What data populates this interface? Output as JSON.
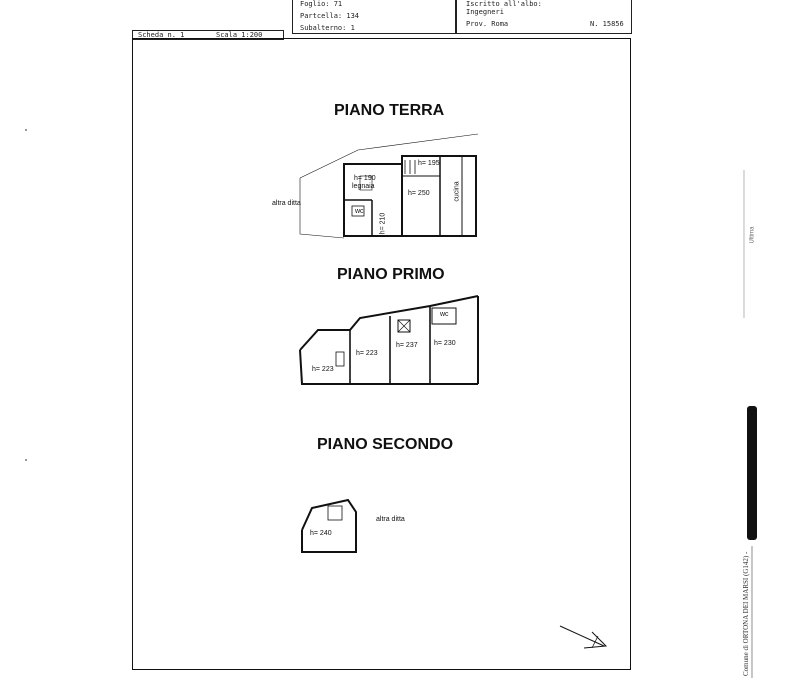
{
  "header": {
    "foglio": "Foglio: 71",
    "particella": "Partcella: 134",
    "subalterno": "Subalterno: 1",
    "iscritto": "Iscritto all'albo:",
    "ingegneri": "Ingegneri",
    "prov": "Prov. Roma",
    "numero": "N. 15856",
    "scheda": "Scheda n. 1",
    "scala": "Scala 1:200"
  },
  "floors": {
    "terra": {
      "title": "PIANO TERRA",
      "labels": {
        "h190": "h= 190",
        "legnaia": "legnaia",
        "h195": "h= 195",
        "h250": "h= 250",
        "cucina": "cucina",
        "wc": "wc",
        "h210": "h= 210",
        "altra_ditta": "altra ditta"
      }
    },
    "primo": {
      "title": "PIANO PRIMO",
      "labels": {
        "h223a": "h= 223",
        "h223b": "h= 223",
        "h237": "h= 237",
        "h230": "h= 230",
        "wc": "wc"
      }
    },
    "secondo": {
      "title": "PIANO SECONDO",
      "labels": {
        "h240": "h= 240",
        "altra_ditta": "altra ditta"
      }
    }
  },
  "margin_text": {
    "side_stamp": "Comune di ORTONA DEI MARSI (G142) -",
    "side_small": "Ultima"
  }
}
